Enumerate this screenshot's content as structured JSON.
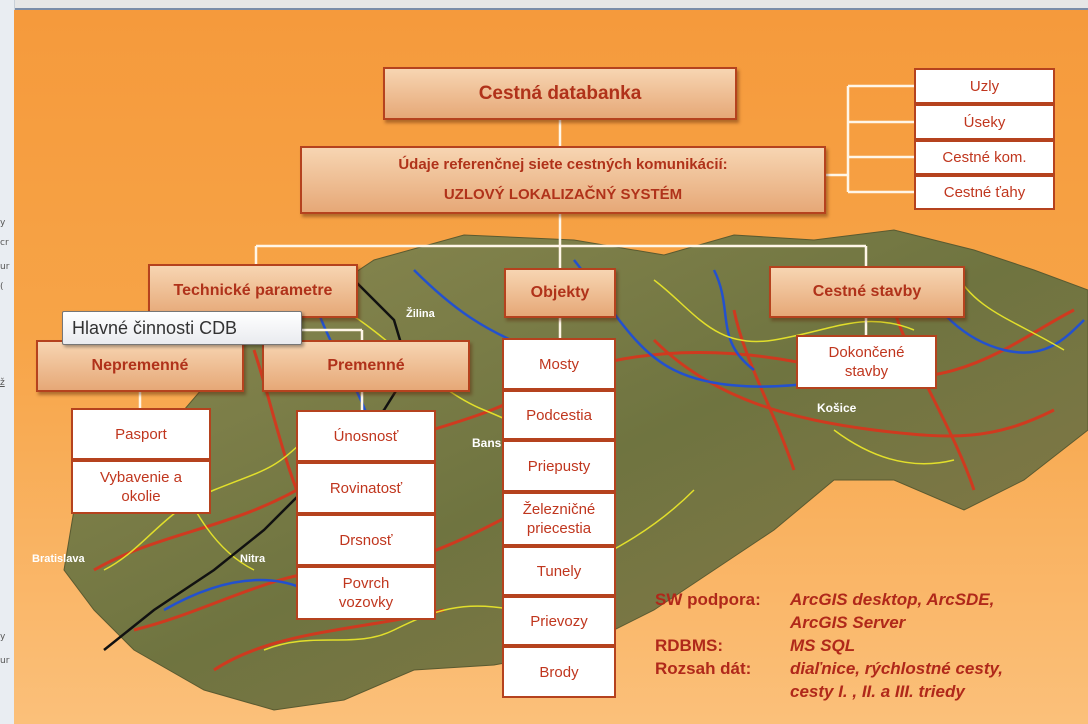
{
  "window": {
    "left_fragments": [
      "y",
      "cr",
      "ur",
      "(",
      "ž",
      "y",
      "ur"
    ]
  },
  "diagram": {
    "root": "Cestná databanka",
    "reference_line1": "Údaje referenčnej siete cestných komunikácií:",
    "reference_line2": "UZLOVÝ LOKALIZAČNÝ SYSTÉM",
    "right_list": [
      "Uzly",
      "Úseky",
      "Cestné kom.",
      "Cestné ťahy"
    ],
    "categories": {
      "technical": "Technické parametre",
      "objects": "Objekty",
      "constructions": "Cestné stavby"
    },
    "technical_sub": {
      "fixed": "Nepremenné",
      "variable": "Premenné"
    },
    "fixed_items": [
      "Pasport",
      "Vybavenie a okolie"
    ],
    "variable_items": [
      "Únosnosť",
      "Rovinatosť",
      "Drsnosť",
      "Povrch vozovky"
    ],
    "object_items": [
      "Mosty",
      "Podcestia",
      "Priepusty",
      "Železničné priecestia",
      "Tunely",
      "Prievozy",
      "Brody"
    ],
    "construction_items": [
      "Dokončené stavby"
    ],
    "tooltip": "Hlavné činnosti CDB",
    "info": [
      {
        "label": "SW podpora:",
        "value": "ArcGIS desktop, ArcSDE,"
      },
      {
        "label": "",
        "value": "ArcGIS Server"
      },
      {
        "label": "RDBMS:",
        "value": "MS SQL"
      },
      {
        "label": "Rozsah dát:",
        "value": "diaľnice, rýchlostné cesty,"
      },
      {
        "label": "",
        "value": "cesty I. , II. a III. triedy"
      }
    ],
    "map_labels": [
      "Žilina",
      "Bans",
      "Košice",
      "Bratislava",
      "Nitra"
    ],
    "colors": {
      "background": "#f7a447",
      "box_border": "#b5421e",
      "text_red": "#b0321a",
      "road_red": "#d9341c",
      "road_blue": "#1f4fd6",
      "road_yellow": "#e8e52a",
      "terrain": "#7a7a45"
    }
  }
}
